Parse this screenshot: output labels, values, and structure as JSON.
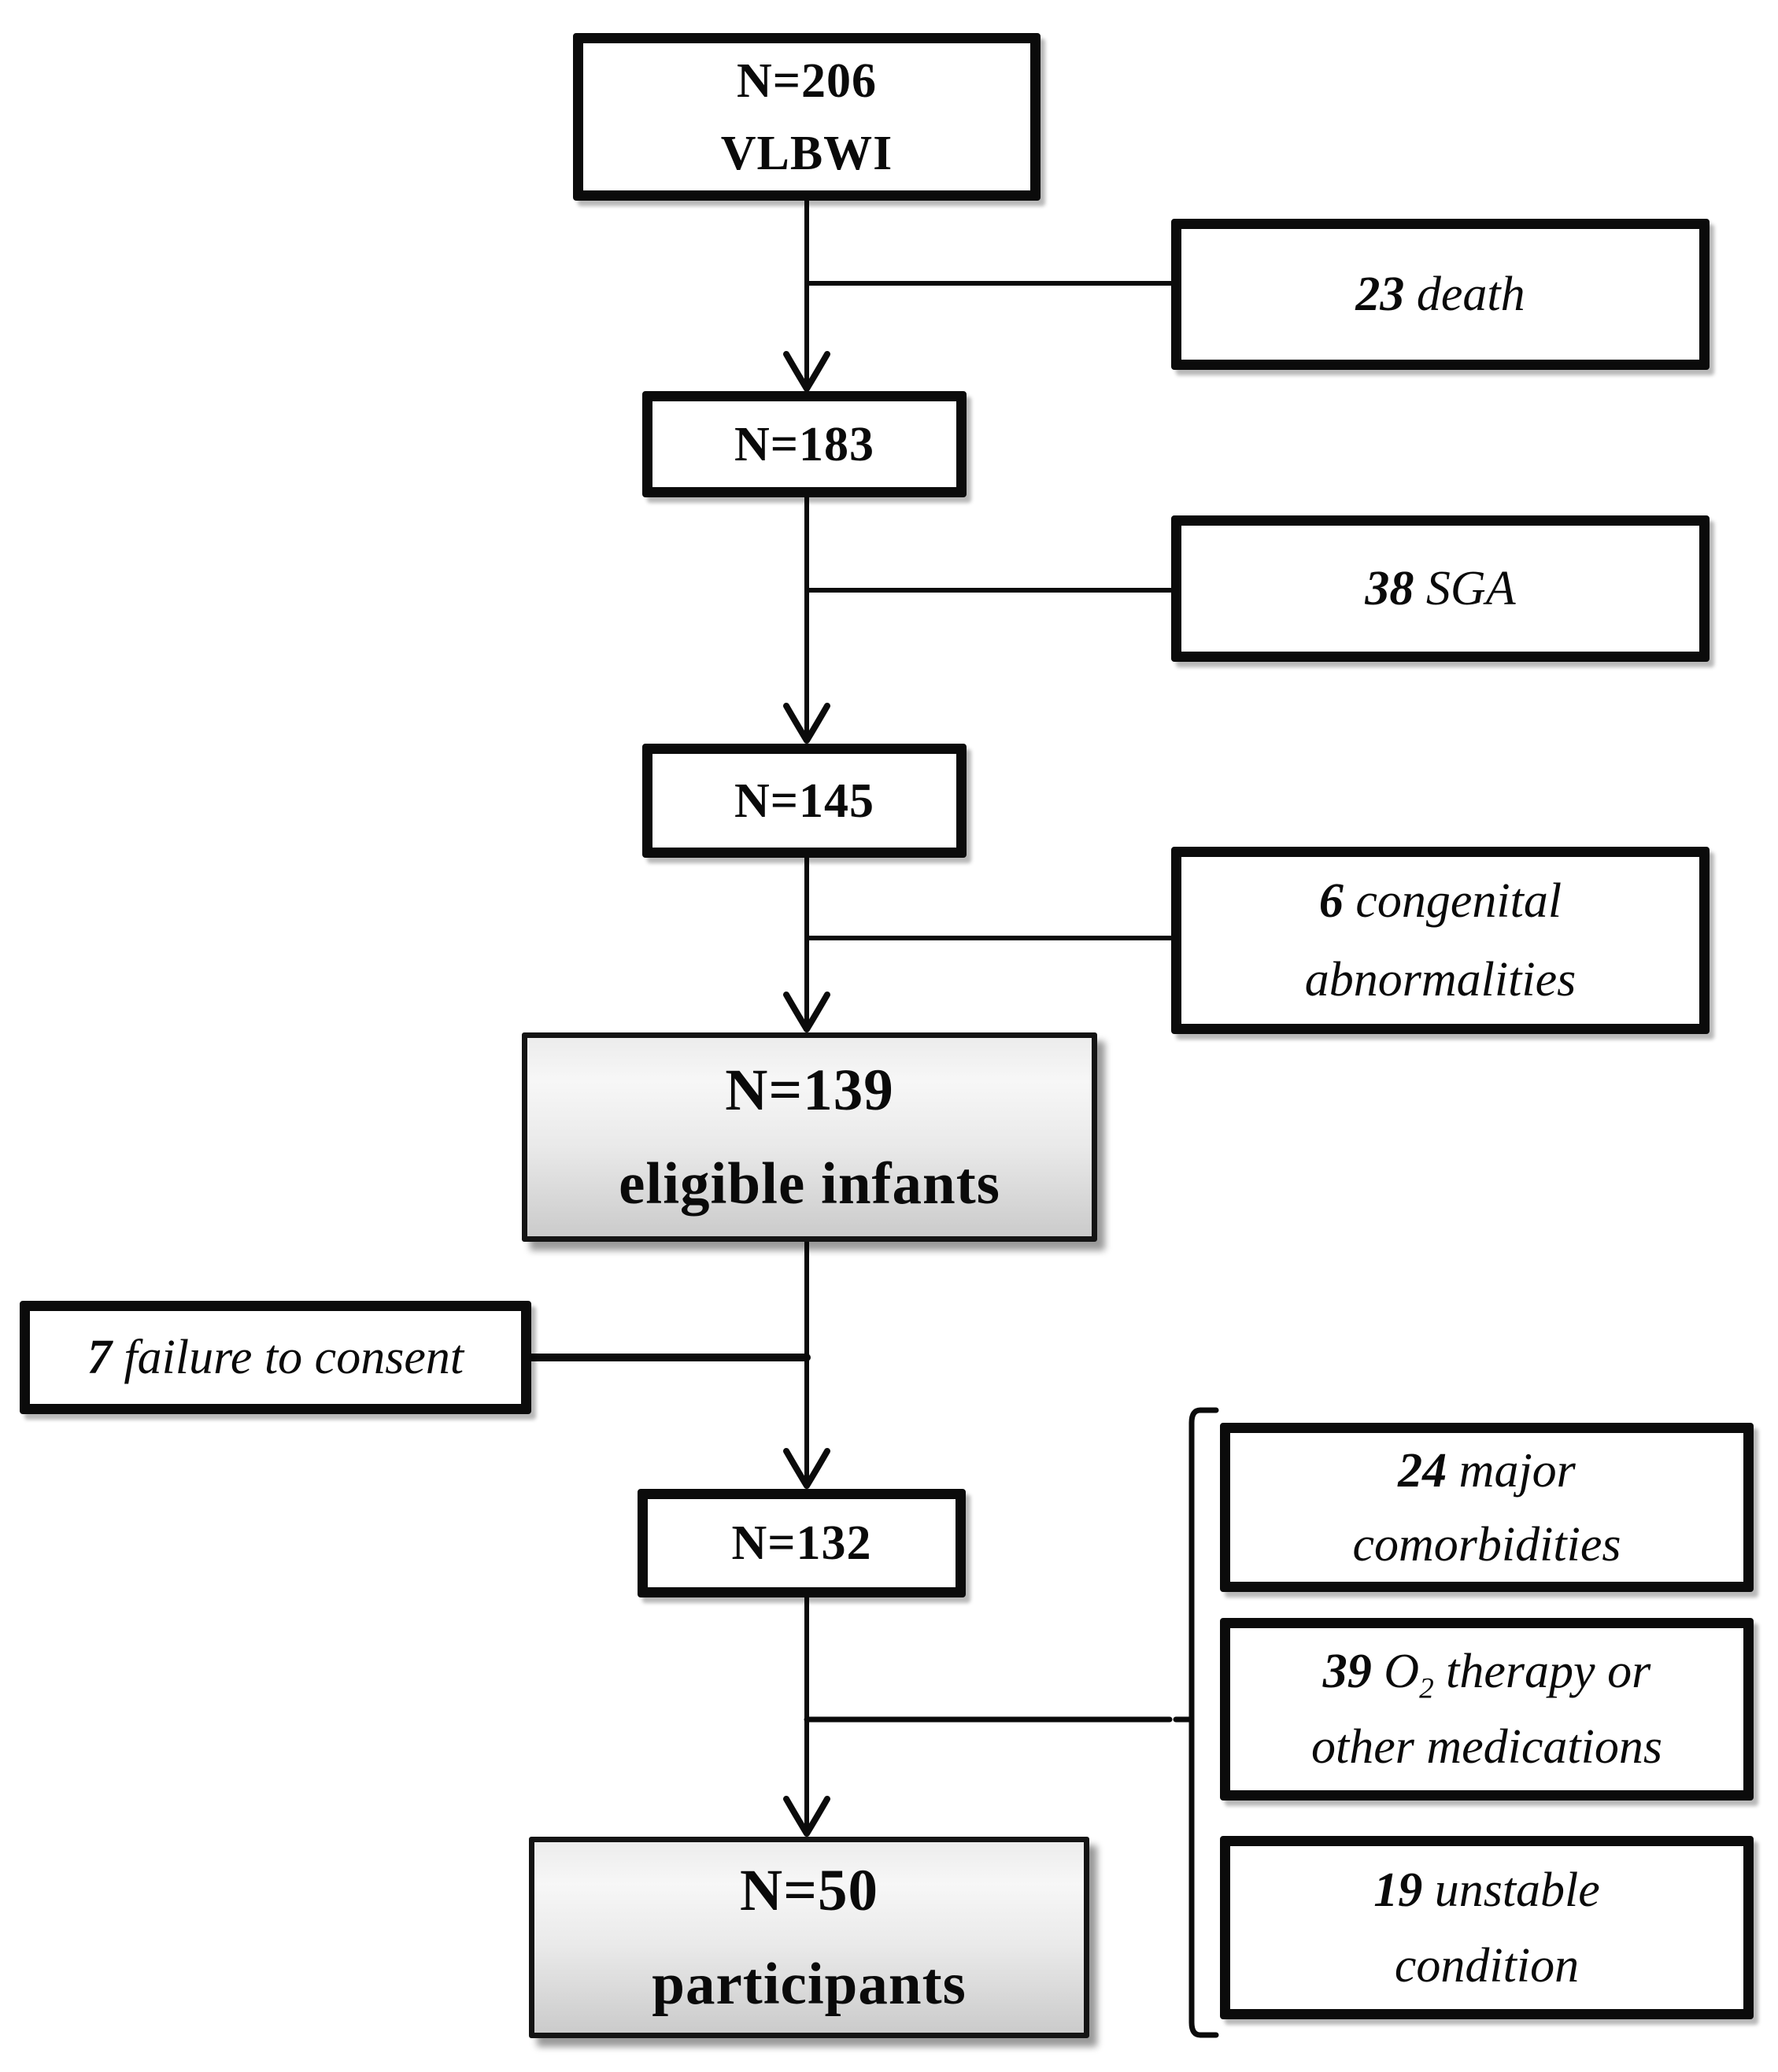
{
  "figure": {
    "kind": "patient-flow-diagram",
    "colors": {
      "background": "#ffffff",
      "box_border": "#0b0b0b",
      "box_fill": "#ffffff",
      "gray_box_top": "#f7f7f7",
      "gray_box_bottom": "#cbcbcb",
      "text": "#0a0a0a",
      "connector": "#0b0b0b"
    }
  },
  "nodes": {
    "n206": {
      "line1": "N=206",
      "line2": "VLBWI"
    },
    "death": {
      "num": "23",
      "rest": " death"
    },
    "n183": {
      "line1": "N=183"
    },
    "sga": {
      "num": "38",
      "rest": " SGA"
    },
    "n145": {
      "line1": "N=145"
    },
    "congenital": {
      "num": "6",
      "rest": " congenital",
      "line2": "abnormalities"
    },
    "n139": {
      "line1": "N=139",
      "line2": "eligible infants"
    },
    "consent": {
      "num": "7",
      "rest": " failure to consent"
    },
    "n132": {
      "line1": "N=132"
    },
    "comorbidities": {
      "num": "24",
      "rest": " major",
      "line2": "comorbidities"
    },
    "o2": {
      "num": "39",
      "pre": " O",
      "sub": "2",
      "rest": " therapy or",
      "line2": "other medications"
    },
    "unstable": {
      "num": "19",
      "rest": " unstable",
      "line2": "condition"
    },
    "n50": {
      "line1": "N=50",
      "line2": "participants"
    }
  },
  "edges": [
    {
      "from": "n206",
      "to": "n183"
    },
    {
      "from": "n206",
      "to": "death"
    },
    {
      "from": "n183",
      "to": "n145"
    },
    {
      "from": "n183",
      "to": "sga"
    },
    {
      "from": "n145",
      "to": "n139"
    },
    {
      "from": "n145",
      "to": "congenital"
    },
    {
      "from": "n139",
      "to": "n132"
    },
    {
      "from": "consent",
      "to": "n139-n132-connector"
    },
    {
      "from": "n132",
      "to": "n50"
    },
    {
      "from": "n132",
      "to": "comorbidities"
    },
    {
      "from": "n132",
      "to": "o2"
    },
    {
      "from": "n132",
      "to": "unstable"
    }
  ]
}
